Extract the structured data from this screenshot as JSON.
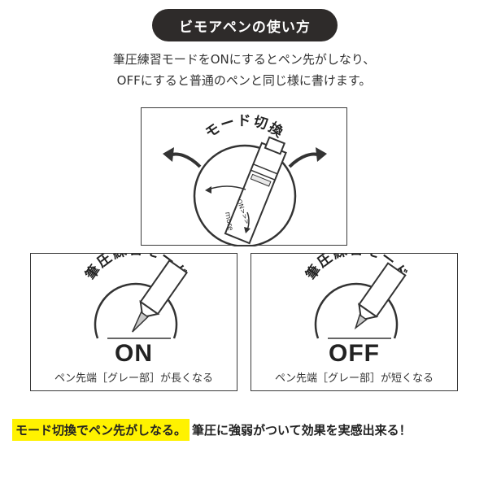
{
  "title": "ビモアペンの使い方",
  "intro": {
    "line1": "筆圧練習モードをONにするとペン先がしなり、",
    "line2": "OFFにすると普通のペンと同じ様に書けます。"
  },
  "top_panel": {
    "label": "モード切換",
    "pen_text": "ON>>>",
    "pen_brand": "more"
  },
  "on_panel": {
    "arc_label": "筆圧練習モード",
    "state": "ON",
    "caption": "ペン先端［グレー部］が長くなる"
  },
  "off_panel": {
    "arc_label": "筆圧練習モード",
    "state": "OFF",
    "caption": "ペン先端［グレー部］が短くなる"
  },
  "bottom": {
    "highlight": "モード切換でペン先がしなる。",
    "rest": "筆圧に強弱がついて効果を実感出来る！"
  },
  "colors": {
    "title_bg": "#2e2b2a",
    "highlight": "#fff200",
    "tip_gray": "#c8c8c8"
  }
}
